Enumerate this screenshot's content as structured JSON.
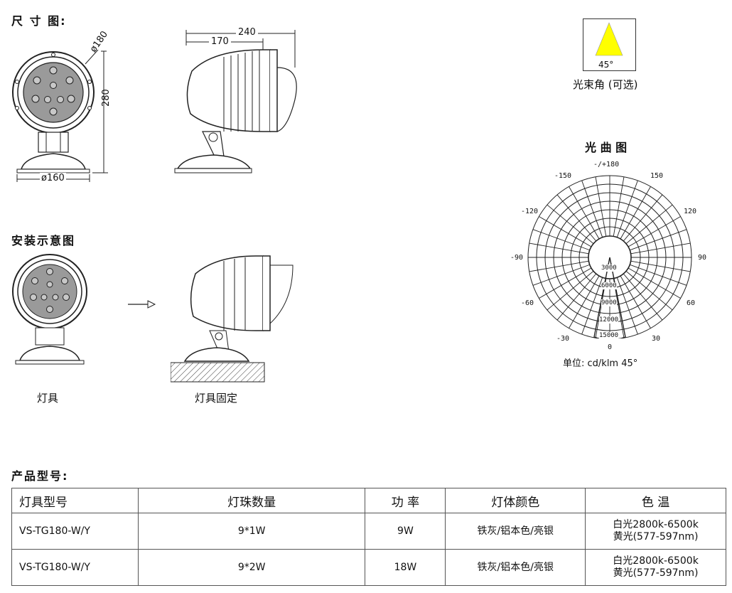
{
  "sections": {
    "dimension_title": "尺 寸 图:",
    "install_title": "安装示意图",
    "models_title": "产品型号:",
    "curve_title": "光 曲 图"
  },
  "dimensions": {
    "dia_180": "ø180",
    "h_280": "280",
    "dia_160": "ø160",
    "w_240": "240",
    "w_170": "170"
  },
  "beam": {
    "angle": "45°",
    "caption": "光束角 (可选)"
  },
  "install": {
    "left_caption": "灯具",
    "right_caption": "灯具固定"
  },
  "polar": {
    "top": "-/+180",
    "angles": {
      "l150": "-150",
      "r150": "150",
      "l120": "-120",
      "r120": "120",
      "l90": "-90",
      "r90": "90",
      "l60": "-60",
      "r60": "60",
      "l30": "-30",
      "r30": "30",
      "bottom": "0"
    },
    "rings": [
      "3000",
      "6000",
      "9000",
      "12000",
      "15000"
    ],
    "unit": "单位: cd/klm  45°"
  },
  "table": {
    "headers": [
      "灯具型号",
      "灯珠数量",
      "功  率",
      "灯体颜色",
      "色  温"
    ],
    "rows": [
      {
        "model": "VS-TG180-W/Y",
        "beads": "9*1W",
        "power": "9W",
        "color": "铁灰/铝本色/亮银",
        "temp_white": "白光2800k-6500k",
        "temp_yellow": "黄光(577-597nm)"
      },
      {
        "model": "VS-TG180-W/Y",
        "beads": "9*2W",
        "power": "18W",
        "color": "铁灰/铝本色/亮银",
        "temp_white": "白光2800k-6500k",
        "temp_yellow": "黄光(577-597nm)"
      }
    ]
  }
}
